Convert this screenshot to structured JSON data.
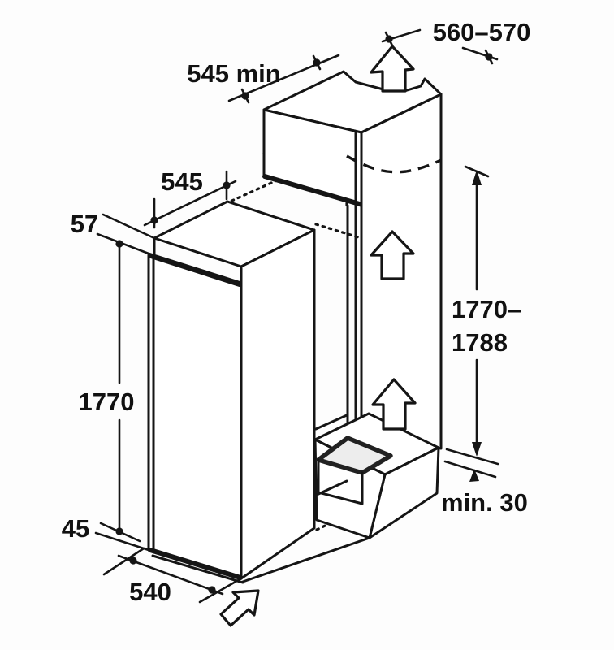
{
  "figure": {
    "kind": "appliance-installation-dimension-diagram",
    "subject": "Built-in refrigerator housing niche with ventilation airflow",
    "line_color": "#151515",
    "background_color": "#fdfdfd"
  },
  "labels": {
    "niche_top_depth_min": "545 min",
    "niche_width_range": "560–570",
    "appliance_depth": "545",
    "top_clearance": "57",
    "appliance_height": "1770",
    "bottom_clearance": "45",
    "appliance_width": "540",
    "niche_height_line1": "1770–",
    "niche_height_line2": "1788",
    "plinth_vent_min": "min. 30"
  },
  "icons": {
    "airflow_top": "hollow-up-arrow",
    "airflow_mid": "hollow-up-arrow",
    "airflow_low": "hollow-up-arrow",
    "insert_direction": "hollow-diagonal-up-right-arrow"
  }
}
